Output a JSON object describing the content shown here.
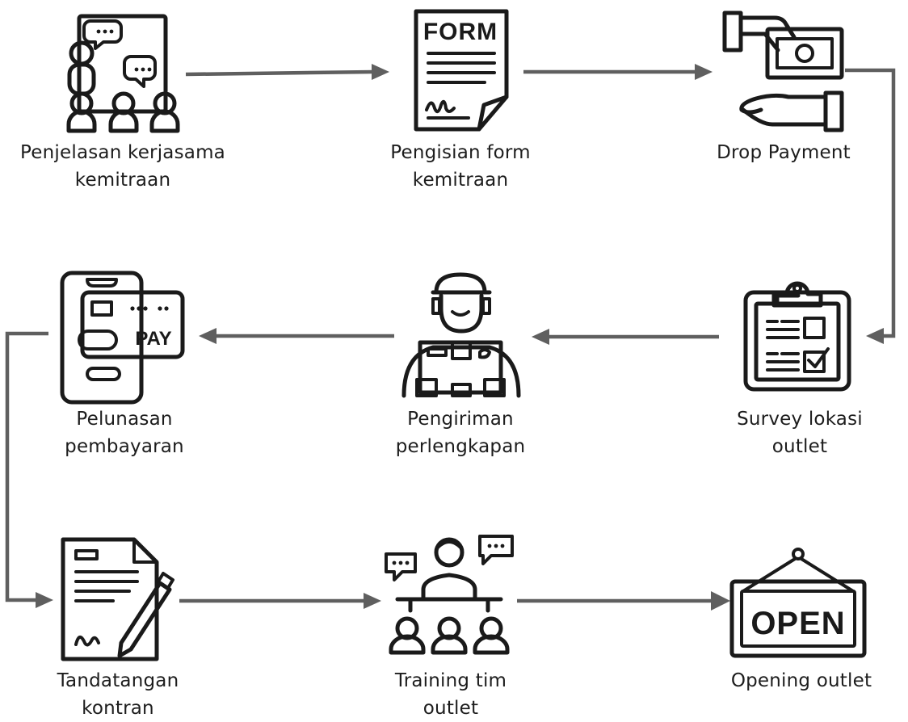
{
  "steps": [
    {
      "label_1": "Penjelasan kerjasama",
      "label_2": "kemitraan",
      "icon": "presentation-icon"
    },
    {
      "label_1": "Pengisian form",
      "label_2": "kemitraan",
      "icon": "form-icon",
      "icon_text": "FORM"
    },
    {
      "label_1": "Drop Payment",
      "label_2": "",
      "icon": "payment-hand-icon"
    },
    {
      "label_1": "Survey lokasi",
      "label_2": "outlet",
      "icon": "clipboard-survey-icon"
    },
    {
      "label_1": "Pengiriman",
      "label_2": "perlengkapan",
      "icon": "delivery-courier-icon"
    },
    {
      "label_1": "Pelunasan",
      "label_2": "pembayaran",
      "icon": "mobile-pay-icon",
      "icon_text": "PAY"
    },
    {
      "label_1": "Tandatangan",
      "label_2": "kontran",
      "icon": "contract-sign-icon"
    },
    {
      "label_1": "Training tim",
      "label_2": "outlet",
      "icon": "training-icon"
    },
    {
      "label_1": "Opening outlet",
      "label_2": "",
      "icon": "open-sign-icon",
      "icon_text": "OPEN"
    }
  ],
  "colors": {
    "icon": "#1a1a1a",
    "arrow": "#5f5f5f",
    "text": "#1d1d1d",
    "background": "#ffffff"
  }
}
